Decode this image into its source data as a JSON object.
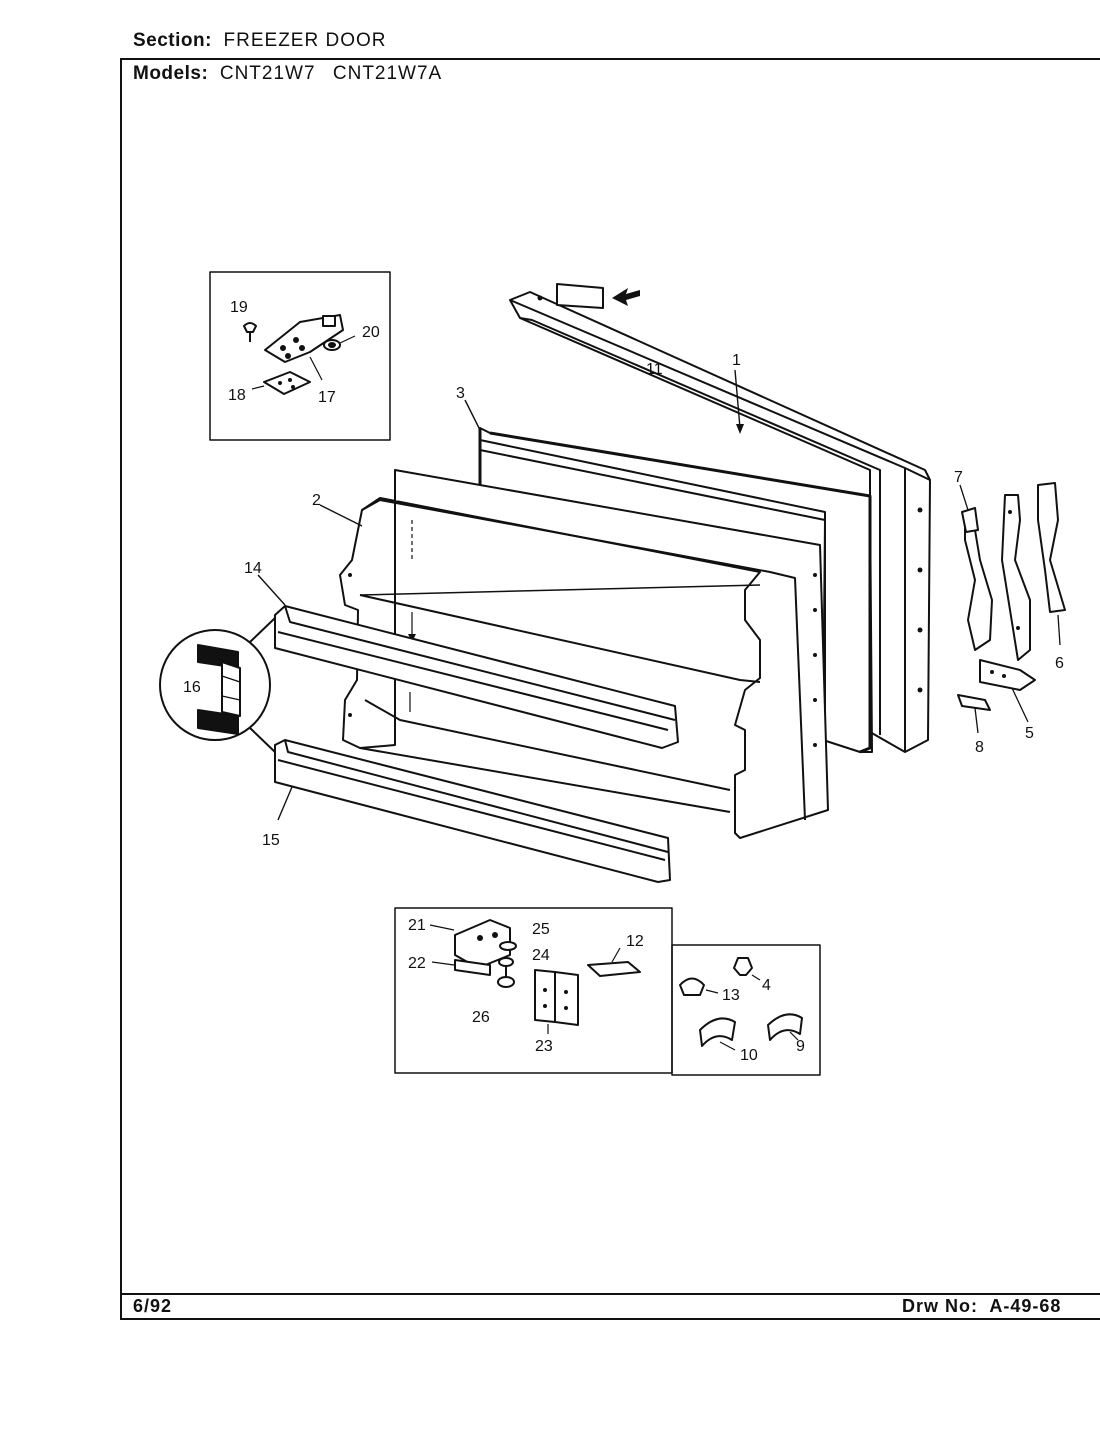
{
  "header": {
    "section_label": "Section:",
    "section_value": "FREEZER DOOR",
    "models_label": "Models:",
    "models": [
      "CNT21W7",
      "CNT21W7A"
    ]
  },
  "footer": {
    "date": "6/92",
    "drawing_label": "Drw No:",
    "drawing_number": "A-49-68"
  },
  "parts": {
    "p1": "1",
    "p2": "2",
    "p3": "3",
    "p4": "4",
    "p5": "5",
    "p6": "6",
    "p7": "7",
    "p8": "8",
    "p9": "9",
    "p10": "10",
    "p11": "11",
    "p12": "12",
    "p13": "13",
    "p14": "14",
    "p15": "15",
    "p16": "16",
    "p17": "17",
    "p18": "18",
    "p19": "19",
    "p20": "20",
    "p21": "21",
    "p22": "22",
    "p23": "23",
    "p24": "24",
    "p25": "25",
    "p26": "26"
  }
}
